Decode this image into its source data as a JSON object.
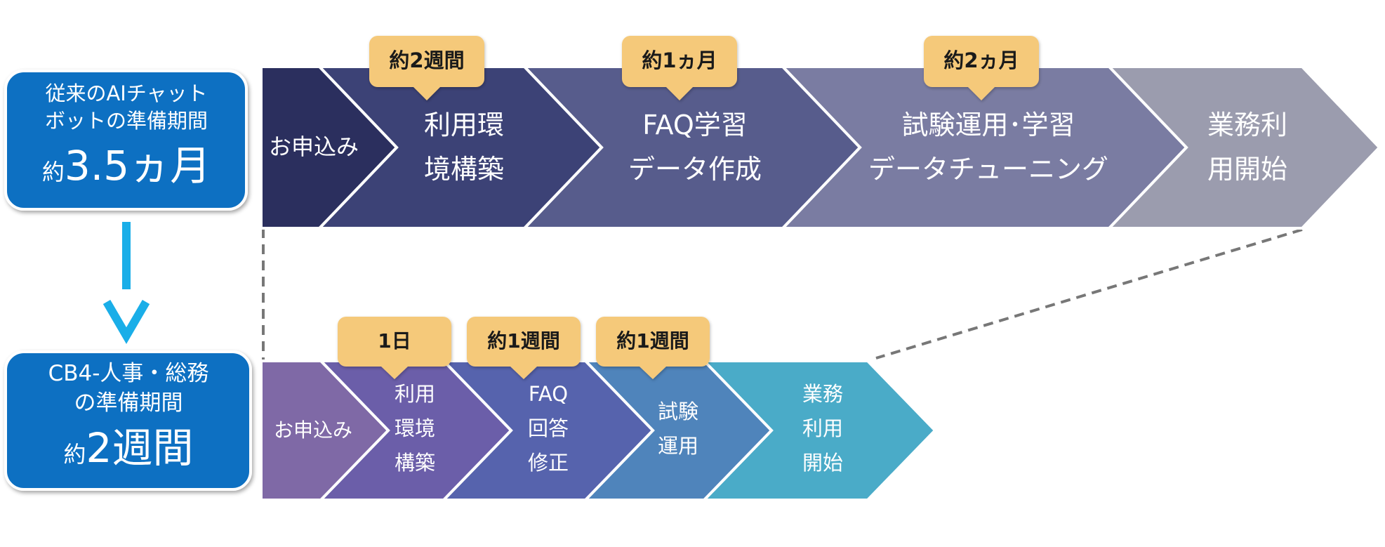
{
  "legacy_box": {
    "line1": "従来のAIチャット",
    "line2": "ボットの準備期間",
    "prefix": "約",
    "value": "3.5ヵ月"
  },
  "new_box": {
    "line1": "CB4-人事・総務",
    "line2": "の準備期間",
    "prefix": "約",
    "value": "2週間"
  },
  "top_steps": [
    {
      "lines": [
        "お申込み"
      ]
    },
    {
      "lines": [
        "利用環",
        "境構築"
      ]
    },
    {
      "lines": [
        "FAQ学習",
        "データ作成"
      ]
    },
    {
      "lines": [
        "試験運用･学習",
        "データチューニング"
      ]
    },
    {
      "lines": [
        "業務利",
        "用開始"
      ]
    }
  ],
  "top_badges": [
    "約2週間",
    "約1ヵ月",
    "約2ヵ月"
  ],
  "bottom_steps": [
    {
      "lines": [
        "お申込み"
      ]
    },
    {
      "lines": [
        "利用",
        "環境",
        "構築"
      ]
    },
    {
      "lines": [
        "FAQ",
        "回答",
        "修正"
      ]
    },
    {
      "lines": [
        "試験",
        "運用"
      ]
    },
    {
      "lines": [
        "業務",
        "利用",
        "開始"
      ]
    }
  ],
  "bottom_badges": [
    "1日",
    "約1週間",
    "約1週間"
  ],
  "colors": {
    "box_fill": "#0a6fc2",
    "down_arrow": "#1aaee8",
    "badge_fill": "#f5c97a",
    "top_steps": [
      "#2b2f5e",
      "#3c4276",
      "#575c8c",
      "#7a7ca2",
      "#9b9cae"
    ],
    "bottom_steps": [
      "#7f69a6",
      "#6b5ea9",
      "#5663ad",
      "#4f84bb",
      "#4aabc8"
    ],
    "dashed_line": "#777777"
  }
}
